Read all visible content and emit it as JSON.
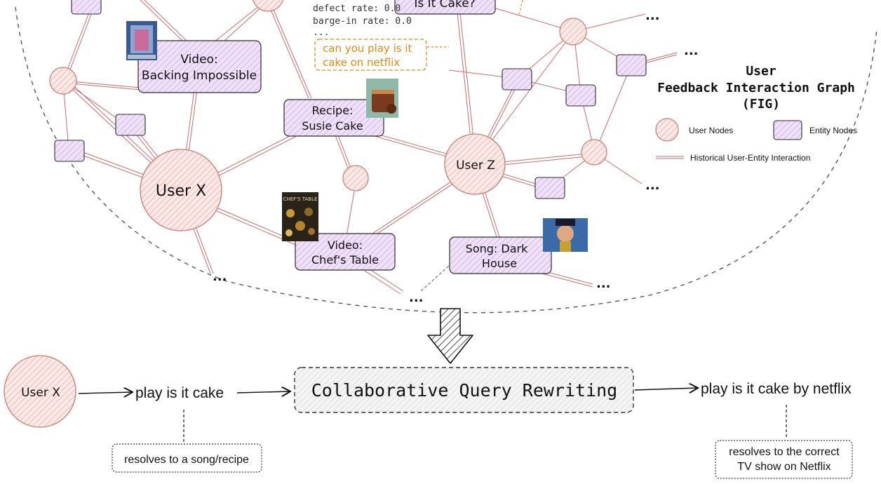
{
  "graph": {
    "title_lines": [
      "User",
      "Feedback Interaction Graph",
      "(FIG)"
    ],
    "legend": {
      "user_nodes": "User Nodes",
      "entity_nodes": "Entity Nodes",
      "interaction": "Historical User-Entity Interaction"
    },
    "users": {
      "x": "User X",
      "z": "User Z"
    },
    "entities": {
      "backing_impossible": [
        "Video:",
        "Backing Impossible"
      ],
      "susie_cake": [
        "Recipe:",
        "Susie Cake"
      ],
      "chefs_table": [
        "Video:",
        "Chef's Table"
      ],
      "dark_house": [
        "Song: Dark",
        "House"
      ],
      "is_it_cake": "Is It Cake?"
    },
    "metrics": [
      "defect rate: 0.0",
      "barge-in rate: 0.0",
      "..."
    ],
    "query_note": [
      "can you play is it",
      "cake on netflix"
    ],
    "ellipsis": "...",
    "thumbnail_caption": "CHEF'S TABLE"
  },
  "pipeline": {
    "user": "User X",
    "input_query": "play is it cake",
    "process": "Collaborative Query Rewriting",
    "output_query": "play is it cake by netflix",
    "input_note": "resolves to a song/recipe",
    "output_note": [
      "resolves to the correct",
      "TV show on Netflix"
    ]
  },
  "colors": {
    "user_fill": "#f6d7d4",
    "user_stroke": "#c87a72",
    "entity_fill": "#e3cff3",
    "entity_stroke": "#2b2b2b",
    "edge": "#c96b6b",
    "note_orange": "#e08a12"
  }
}
